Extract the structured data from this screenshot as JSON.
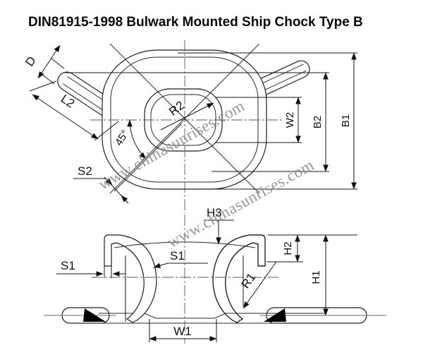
{
  "title": "DIN81915-1998 Bulwark Mounted Ship Chock Type B",
  "watermark": {
    "text": "www.chinasunrises.com",
    "color": "#8f8f8f"
  },
  "colors": {
    "background": "#ffffff",
    "line": "#1d1d1d",
    "centerline": "#5a5a5a"
  },
  "plan_view": {
    "name": "top plan view",
    "labels": {
      "d": "D",
      "l2": "L2",
      "angle": "45°",
      "r2": "R2",
      "s2": "S2",
      "w2": "W2",
      "b2": "B2",
      "b1": "B1"
    }
  },
  "section_view": {
    "name": "front section view",
    "labels": {
      "s1_left": "S1",
      "s1_mid": "S1",
      "h3": "H3",
      "h2": "H2",
      "h1": "H1",
      "r1": "R1",
      "w1": "W1"
    }
  }
}
